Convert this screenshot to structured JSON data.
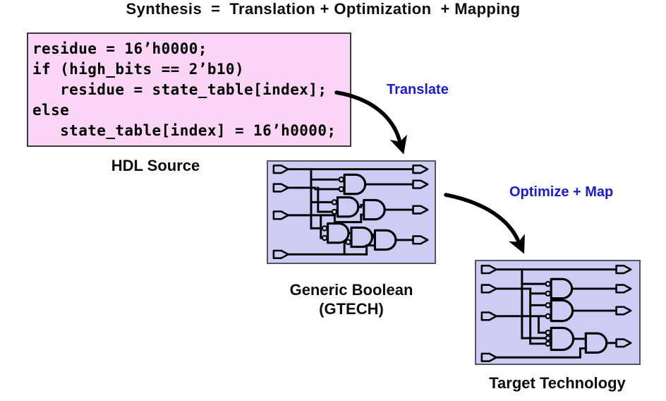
{
  "title": "Synthesis  =  Translation + Optimization  + Mapping",
  "hdl": {
    "label": "HDL Source",
    "code_lines": [
      "residue = 16’h0000;",
      "if (high_bits == 2’b10)",
      "   residue = state_table[index];",
      "else",
      "   state_table[index] = 16’h0000;"
    ]
  },
  "flow": {
    "translate_label": "Translate",
    "optimize_map_label": "Optimize + Map"
  },
  "gtech": {
    "label_line1": "Generic Boolean",
    "label_line2": "(GTECH)"
  },
  "target": {
    "label": "Target Technology"
  },
  "colors": {
    "code_box_fill": "#FAD5F6",
    "code_box_border": "#3A3A3A",
    "circuit_box_fill": "#CCCCF4",
    "circuit_box_border": "#55555F",
    "flow_label_blue": "#1B1BCE",
    "ink": "#000000",
    "background": "#FFFFFF"
  }
}
